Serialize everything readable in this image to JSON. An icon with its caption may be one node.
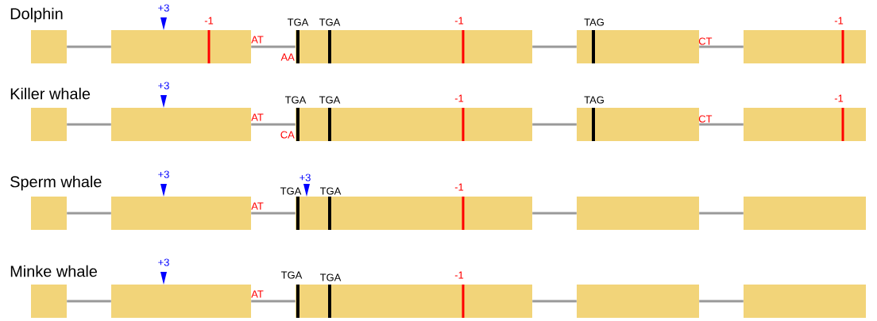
{
  "diagram": {
    "nodes": [
      {
        "text": [],
        "shape": "box"
      },
      {
        "text": [],
        "shape": "box"
      },
      {
        "text": [],
        "shape": "box"
      },
      {
        "text": [],
        "shape": "box"
      },
      {
        "text": [],
        "shape": "box"
      },
      {
        "text": [],
        "shape": "box"
      },
      {
        "text": [],
        "shape": "box"
      },
      {
        "text": [],
        "shape": "box"
      },
      {
        "text": [],
        "shape": "box"
      },
      {
        "text": [],
        "shape": "box"
      },
      {
        "text": [],
        "shape": "box"
      },
      {
        "text": [],
        "shape": "box"
      },
      {
        "text": [],
        "shape": "box"
      },
      {
        "text": [],
        "shape": "box"
      },
      {
        "text": [],
        "shape": "box"
      },
      {
        "text": [],
        "shape": "box"
      },
      {
        "text": [],
        "shape": "box"
      },
      {
        "text": [],
        "shape": "box"
      },
      {
        "text": [],
        "shape": "box"
      },
      {
        "text": [],
        "shape": "box"
      }
    ],
    "edges": [
      {
        "from": 0,
        "to": 1,
        "arrow": "none"
      },
      {
        "from": 1,
        "to": 2,
        "arrow": "none"
      },
      {
        "from": 2,
        "to": 3,
        "arrow": "none"
      },
      {
        "from": 3,
        "to": 4,
        "arrow": "none"
      },
      {
        "from": 5,
        "to": 6,
        "arrow": "none"
      },
      {
        "from": 6,
        "to": 7,
        "arrow": "none"
      },
      {
        "from": 7,
        "to": 8,
        "arrow": "none"
      },
      {
        "from": 8,
        "to": 9,
        "arrow": "none"
      },
      {
        "from": 10,
        "to": 11,
        "arrow": "none"
      },
      {
        "from": 11,
        "to": 12,
        "arrow": "none"
      },
      {
        "from": 12,
        "to": 13,
        "arrow": "none"
      },
      {
        "from": 13,
        "to": 14,
        "arrow": "none"
      },
      {
        "from": 15,
        "to": 16,
        "arrow": "none"
      },
      {
        "from": 16,
        "to": 17,
        "arrow": "none"
      },
      {
        "from": 17,
        "to": 18,
        "arrow": "none"
      },
      {
        "from": 18,
        "to": 19,
        "arrow": "none"
      }
    ],
    "labels": [
      "Dolphin",
      "+3",
      "-1",
      "TGA",
      "TGA",
      "-1",
      "TAG",
      "-1",
      "AT",
      "CT",
      "AA",
      "Killer whale",
      "+3",
      "TGA",
      "TGA",
      "-1",
      "TAG",
      "-1",
      "AT",
      "CT",
      "CA",
      "Sperm whale",
      "+3",
      "+3",
      "TGA",
      "TGA",
      "-1",
      "AT",
      "Minke whale",
      "+3",
      "TGA",
      "TGA",
      "-1",
      "AT"
    ]
  }
}
